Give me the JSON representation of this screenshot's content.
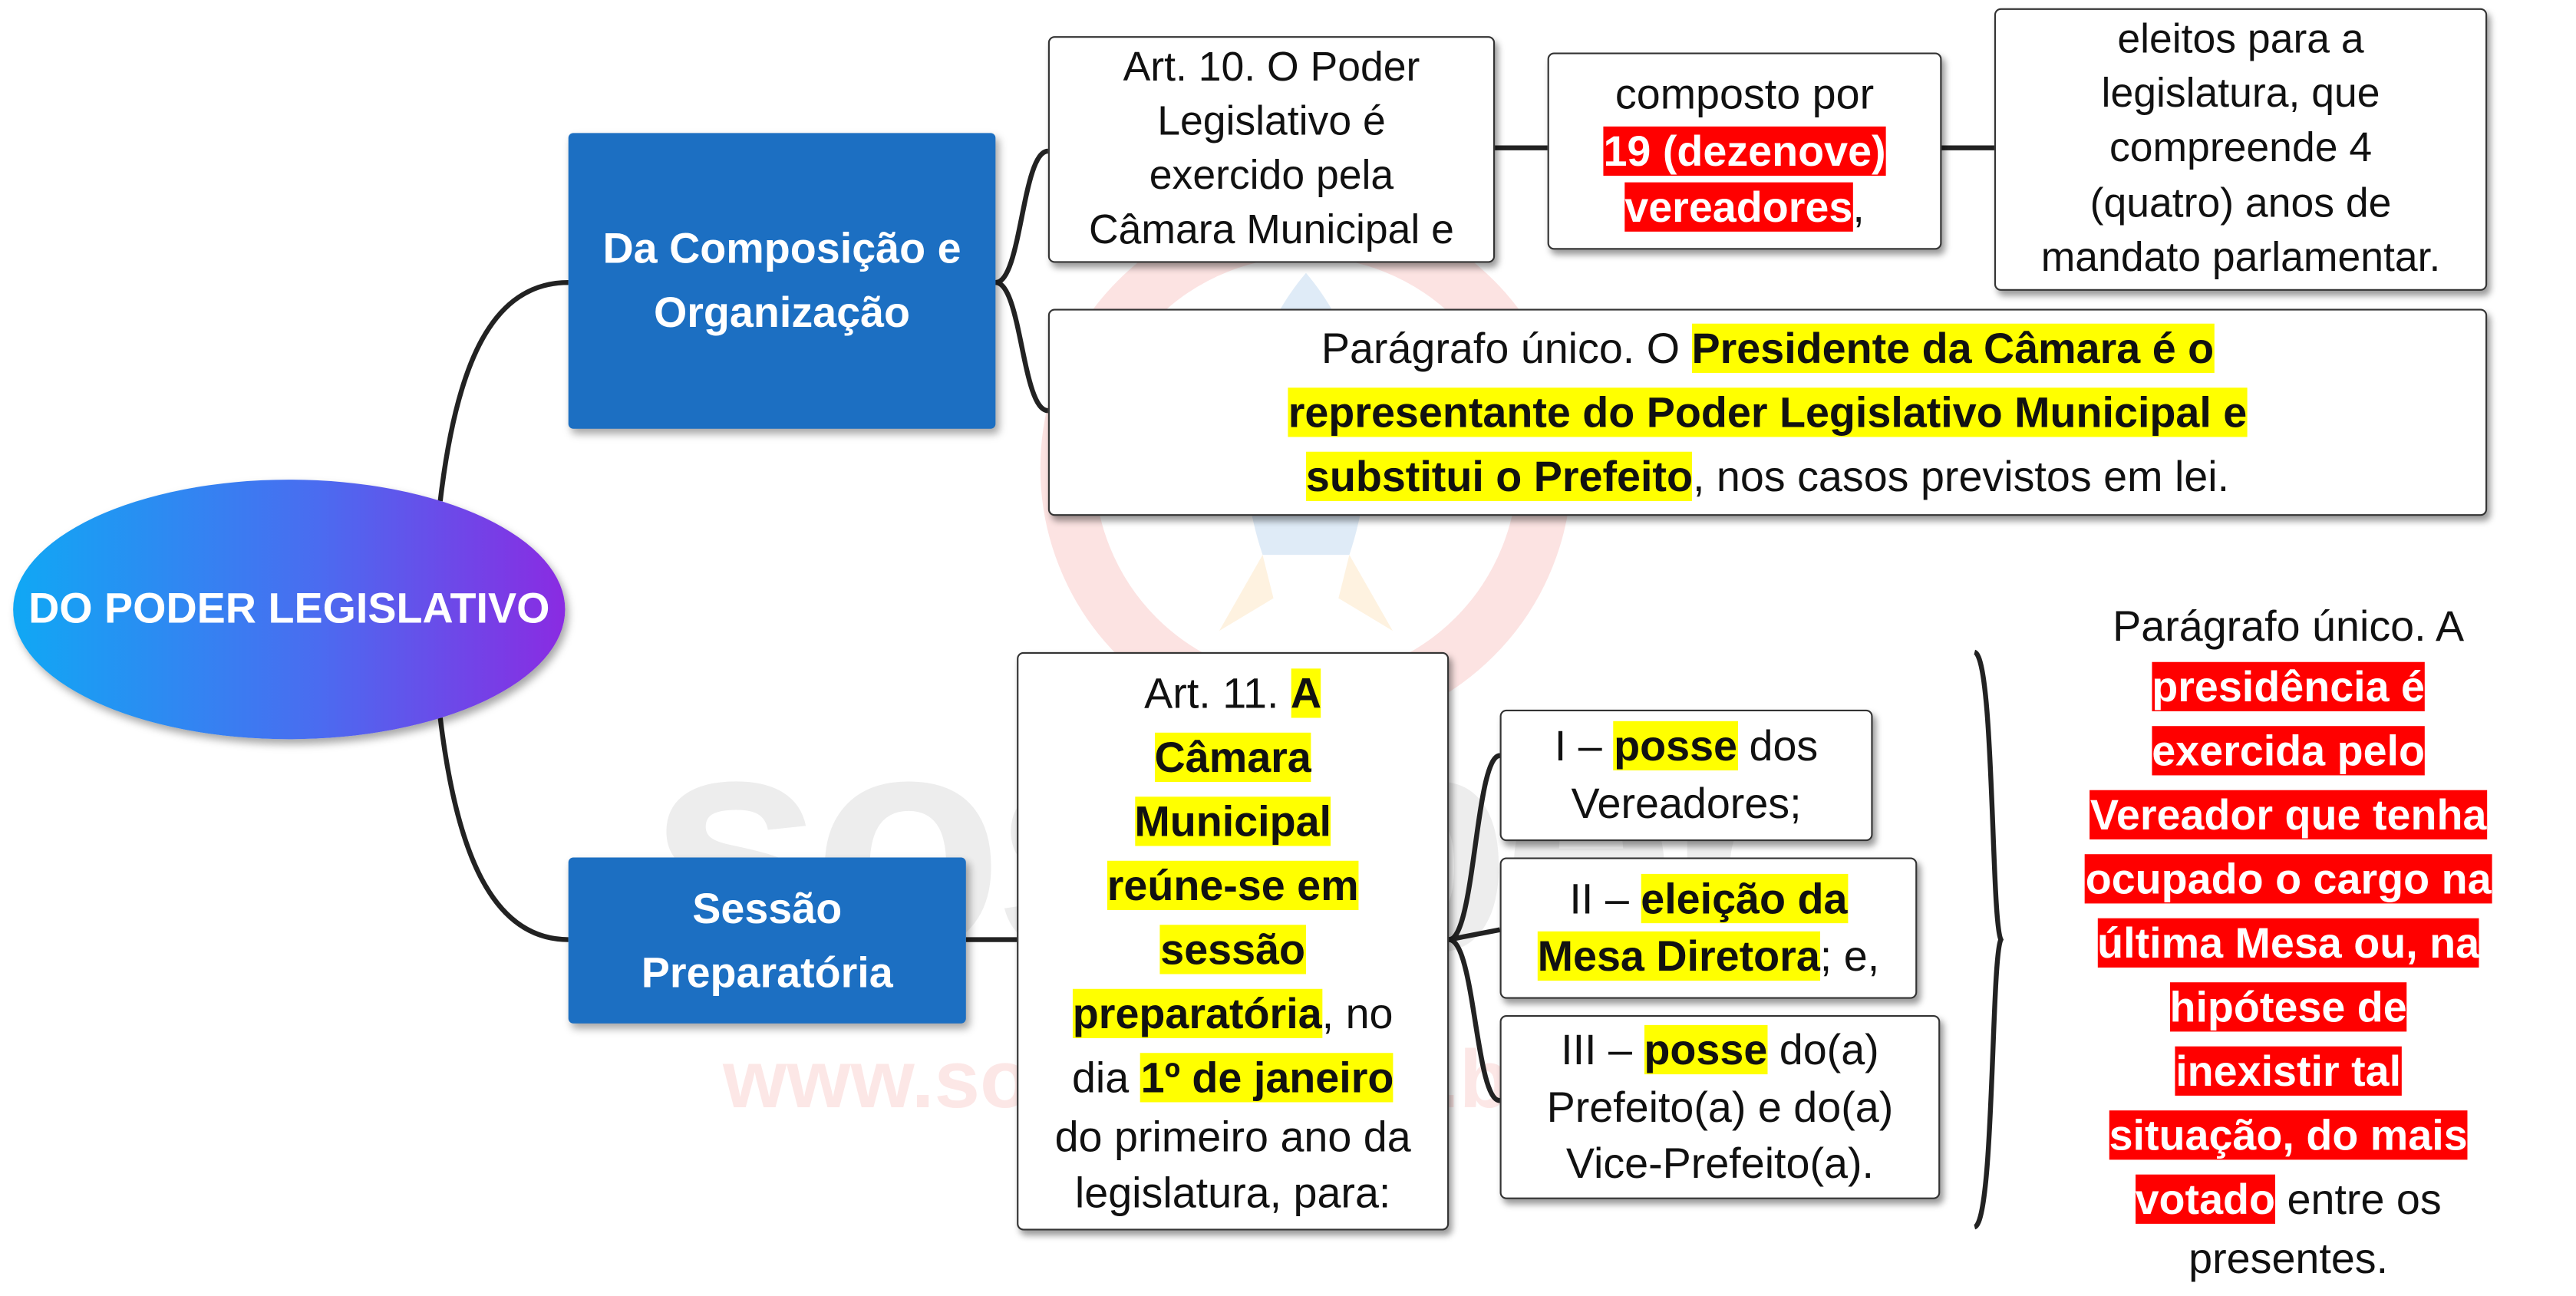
{
  "root": {
    "line1": "DO PODER",
    "line2": "LEGISLATIVO"
  },
  "branch1": {
    "line1": "Da",
    "line2": "Composição",
    "line3": "e",
    "line4": "Organização",
    "art10": {
      "l1": "Art. 10. O Poder",
      "l2": "Legislativo é",
      "l3": "exercido pela",
      "l4": "Câmara Municipal e"
    },
    "composto": {
      "l1": "composto por",
      "l2": "19 (dezenove)",
      "l3a": "vereadores",
      "l3b": ","
    },
    "eleitos": {
      "l1": "eleitos para a",
      "l2": "legislatura, que",
      "l3": "compreende 4",
      "l4": "(quatro) anos de",
      "l5": "mandato parlamentar."
    },
    "paragrafo": {
      "l1a": "Parágrafo único. O ",
      "l1b": "Presidente da Câmara é o",
      "l2": "representante do Poder Legislativo Municipal e",
      "l3a": "substitui o Prefeito",
      "l3b": ", nos casos previstos em lei."
    }
  },
  "branch2": {
    "line1": "Sessão",
    "line2": "Preparatória",
    "art11": {
      "l1a": "Art. 11. ",
      "l1b": "A",
      "l2": "Câmara",
      "l3": "Municipal",
      "l4": "reúne-se em",
      "l5": "sessão",
      "l6a": "preparatória",
      "l6b": ", no",
      "l7a": "dia ",
      "l7b": "1º de janeiro",
      "l8": "do primeiro ano da",
      "l9": "legislatura, para:"
    },
    "item1": {
      "l1a": "I – ",
      "l1b": "posse",
      "l1c": " dos",
      "l2": "Vereadores;"
    },
    "item2": {
      "l1a": "II – ",
      "l1b": "eleição da",
      "l2a": "Mesa Diretora",
      "l2b": "; e,"
    },
    "item3": {
      "l1a": "III – ",
      "l1b": "posse",
      "l1c": " do(a)",
      "l2": "Prefeito(a) e do(a)",
      "l3": "Vice-Prefeito(a)."
    },
    "paragrafo": {
      "l1": "Parágrafo único. A",
      "l2": "presidência é",
      "l3": "exercida pelo",
      "l4": "Vereador que tenha",
      "l5": "ocupado o cargo na",
      "l6": "última Mesa ou, na",
      "l7": "hipótese de",
      "l8": "inexistir tal",
      "l9": "situação, do mais",
      "l10a": "votado",
      "l10b": " entre os",
      "l11": "presentes."
    }
  },
  "watermark": {
    "big": "sosaber",
    "url": "www.sosaber.com.br"
  },
  "colors": {
    "topic": "#1c6fc2",
    "highlight_yellow": "#ffff00",
    "highlight_red": "#ff0000"
  }
}
